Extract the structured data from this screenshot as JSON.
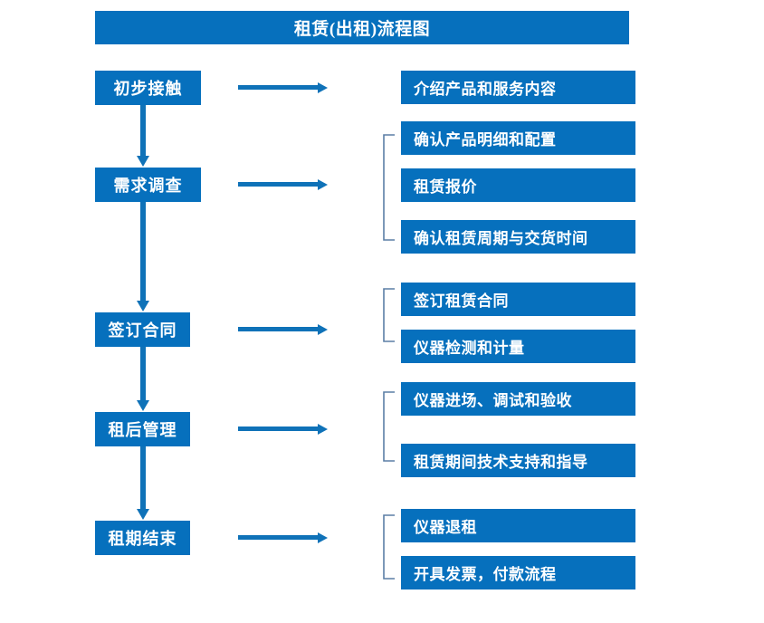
{
  "chart_data": {
    "type": "diagram",
    "title": "租赁(出租)流程图",
    "diagram_kind": "flowchart",
    "orientation": "vertical-stages-with-right-branches",
    "stages": [
      {
        "label": "初步接触",
        "details": [
          "介绍产品和服务内容"
        ]
      },
      {
        "label": "需求调查",
        "details": [
          "确认产品明细和配置",
          "租赁报价",
          "确认租赁周期与交货时间"
        ]
      },
      {
        "label": "签订合同",
        "details": [
          "签订租赁合同",
          "仪器检测和计量"
        ]
      },
      {
        "label": "租后管理",
        "details": [
          "仪器进场、调试和验收",
          "租赁期间技术支持和指导"
        ]
      },
      {
        "label": "租期结束",
        "details": [
          "仪器退租",
          "开具发票，付款流程"
        ]
      }
    ]
  },
  "colors": {
    "box_fill": "#0670bd",
    "box_text": "#ffffff",
    "arrow": "#0f72b8",
    "bracket": "#5b7fa6",
    "background": "#ffffff"
  },
  "title": {
    "text": "租赁(出租)流程图"
  },
  "stages": [
    {
      "label": "初步接触"
    },
    {
      "label": "需求调查"
    },
    {
      "label": "签订合同"
    },
    {
      "label": "租后管理"
    },
    {
      "label": "租期结束"
    }
  ],
  "details": {
    "group1": [
      {
        "label": "介绍产品和服务内容"
      }
    ],
    "group2": [
      {
        "label": "确认产品明细和配置"
      },
      {
        "label": "租赁报价"
      },
      {
        "label": "确认租赁周期与交货时间"
      }
    ],
    "group3": [
      {
        "label": "签订租赁合同"
      },
      {
        "label": "仪器检测和计量"
      }
    ],
    "group4": [
      {
        "label": "仪器进场、调试和验收"
      },
      {
        "label": "租赁期间技术支持和指导"
      }
    ],
    "group5": [
      {
        "label": "仪器退租"
      },
      {
        "label": "开具发票，付款流程"
      }
    ]
  },
  "connectors": {
    "stage_to_detail_icon": "right-arrow-icon",
    "stage_to_stage_icon": "down-arrow-icon",
    "group_bracket_icon": "group-bracket-icon"
  }
}
